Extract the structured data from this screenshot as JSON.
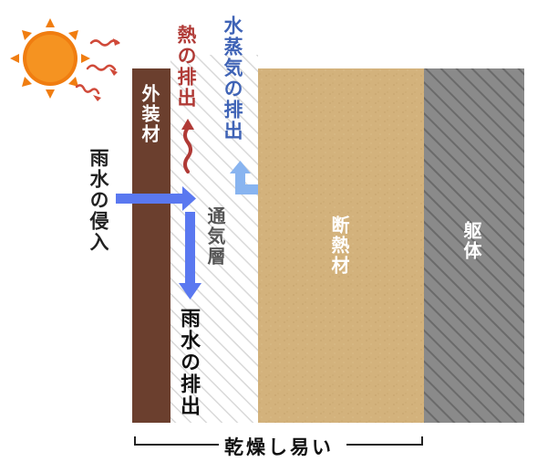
{
  "labels": {
    "exterior": "外装材",
    "rain_intrusion": "雨水の侵入",
    "heat_exhaust": "熱の排出",
    "vapor_exhaust": "水蒸気の排出",
    "air_layer": "通気層",
    "rain_drainage": "雨水の排出",
    "insulation": "断熱材",
    "structure": "躯体",
    "dry_easily": "乾燥し易い"
  },
  "colors": {
    "exterior": "#6b3f2e",
    "insulation": "#d2b079",
    "structure": "#7d7d7d",
    "water_arrow": "#5a78f0",
    "vapor_arrow": "#88b4f0",
    "heat": "#b03a36",
    "sun": "#f07d10"
  },
  "icons": {
    "sun": "sun-icon",
    "heat_waves": "heat-wave-icon"
  }
}
